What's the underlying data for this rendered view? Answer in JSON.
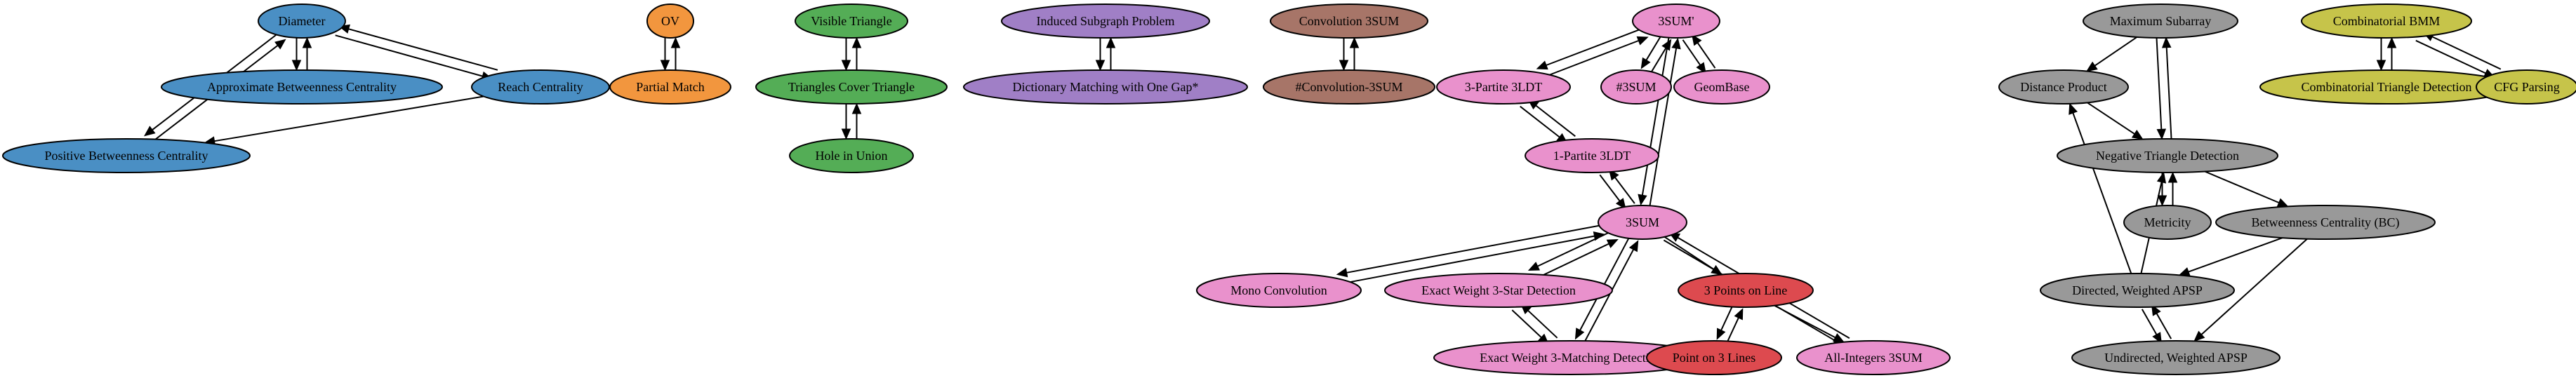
{
  "palette": {
    "blue": "#4a8fc4",
    "orange": "#f2963e",
    "green": "#54ad56",
    "purple": "#a07fc6",
    "brown": "#a77568",
    "pink": "#e991cc",
    "red": "#dd4a4f",
    "gray": "#999999",
    "olive": "#c6c44a"
  },
  "nodes": [
    {
      "id": "diameter",
      "label": "Diameter",
      "color": "blue"
    },
    {
      "id": "approx_bc",
      "label": "Approximate Betweenness Centrality",
      "color": "blue"
    },
    {
      "id": "reach",
      "label": "Reach Centrality",
      "color": "blue"
    },
    {
      "id": "pos_bc",
      "label": "Positive Betweenness Centrality",
      "color": "blue"
    },
    {
      "id": "ov",
      "label": "OV",
      "color": "orange"
    },
    {
      "id": "partial_match",
      "label": "Partial Match",
      "color": "orange"
    },
    {
      "id": "visible_tri",
      "label": "Visible Triangle",
      "color": "green"
    },
    {
      "id": "tri_cover",
      "label": "Triangles Cover Triangle",
      "color": "green"
    },
    {
      "id": "hole_union",
      "label": "Hole in Union",
      "color": "green"
    },
    {
      "id": "induced",
      "label": "Induced Subgraph Problem",
      "color": "purple"
    },
    {
      "id": "dict_match",
      "label": "Dictionary Matching with One Gap*",
      "color": "purple"
    },
    {
      "id": "conv3sum",
      "label": "Convolution 3SUM",
      "color": "brown"
    },
    {
      "id": "sharp_conv",
      "label": "#Convolution-3SUM",
      "color": "brown"
    },
    {
      "id": "3sum_p",
      "label": "3SUM'",
      "color": "pink"
    },
    {
      "id": "3partite",
      "label": "3-Partite 3LDT",
      "color": "pink"
    },
    {
      "id": "sharp3sum",
      "label": "#3SUM",
      "color": "pink"
    },
    {
      "id": "geombase",
      "label": "GeomBase",
      "color": "pink"
    },
    {
      "id": "1partite",
      "label": "1-Partite 3LDT",
      "color": "pink"
    },
    {
      "id": "3sum",
      "label": "3SUM",
      "color": "pink"
    },
    {
      "id": "mono_conv",
      "label": "Mono Convolution",
      "color": "pink"
    },
    {
      "id": "ew3star",
      "label": "Exact Weight 3-Star Detection",
      "color": "pink"
    },
    {
      "id": "ew3match",
      "label": "Exact Weight 3-Matching Detection",
      "color": "pink"
    },
    {
      "id": "all_int",
      "label": "All-Integers 3SUM",
      "color": "pink"
    },
    {
      "id": "3pts_line",
      "label": "3 Points on Line",
      "color": "red"
    },
    {
      "id": "pt_3lines",
      "label": "Point on 3 Lines",
      "color": "red"
    },
    {
      "id": "max_sub",
      "label": "Maximum Subarray",
      "color": "gray"
    },
    {
      "id": "dist_prod",
      "label": "Distance Product",
      "color": "gray"
    },
    {
      "id": "neg_tri",
      "label": "Negative Triangle Detection",
      "color": "gray"
    },
    {
      "id": "metricity",
      "label": "Metricity",
      "color": "gray"
    },
    {
      "id": "bc",
      "label": "Betweenness Centrality (BC)",
      "color": "gray"
    },
    {
      "id": "dir_apsp",
      "label": "Directed, Weighted APSP",
      "color": "gray"
    },
    {
      "id": "undir_apsp",
      "label": "Undirected, Weighted APSP",
      "color": "gray"
    },
    {
      "id": "comb_bmm",
      "label": "Combinatorial BMM",
      "color": "olive"
    },
    {
      "id": "comb_tri",
      "label": "Combinatorial Triangle Detection",
      "color": "olive"
    },
    {
      "id": "cfg",
      "label": "CFG Parsing",
      "color": "olive"
    }
  ],
  "edges": [
    {
      "from": "diameter",
      "to": "approx_bc"
    },
    {
      "from": "approx_bc",
      "to": "diameter"
    },
    {
      "from": "diameter",
      "to": "reach"
    },
    {
      "from": "reach",
      "to": "diameter"
    },
    {
      "from": "diameter",
      "to": "pos_bc"
    },
    {
      "from": "pos_bc",
      "to": "diameter"
    },
    {
      "from": "reach",
      "to": "pos_bc"
    },
    {
      "from": "ov",
      "to": "partial_match"
    },
    {
      "from": "partial_match",
      "to": "ov"
    },
    {
      "from": "visible_tri",
      "to": "tri_cover"
    },
    {
      "from": "tri_cover",
      "to": "visible_tri"
    },
    {
      "from": "tri_cover",
      "to": "hole_union"
    },
    {
      "from": "hole_union",
      "to": "tri_cover"
    },
    {
      "from": "induced",
      "to": "dict_match"
    },
    {
      "from": "dict_match",
      "to": "induced"
    },
    {
      "from": "conv3sum",
      "to": "sharp_conv"
    },
    {
      "from": "sharp_conv",
      "to": "conv3sum"
    },
    {
      "from": "3sum_p",
      "to": "3partite"
    },
    {
      "from": "3partite",
      "to": "3sum_p"
    },
    {
      "from": "3sum_p",
      "to": "sharp3sum"
    },
    {
      "from": "sharp3sum",
      "to": "3sum_p"
    },
    {
      "from": "3sum_p",
      "to": "geombase"
    },
    {
      "from": "geombase",
      "to": "3sum_p"
    },
    {
      "from": "3sum_p",
      "to": "3sum"
    },
    {
      "from": "3sum",
      "to": "3sum_p"
    },
    {
      "from": "3partite",
      "to": "1partite"
    },
    {
      "from": "1partite",
      "to": "3partite"
    },
    {
      "from": "1partite",
      "to": "3sum"
    },
    {
      "from": "3sum",
      "to": "1partite"
    },
    {
      "from": "3sum",
      "to": "mono_conv"
    },
    {
      "from": "mono_conv",
      "to": "3sum"
    },
    {
      "from": "3sum",
      "to": "ew3star"
    },
    {
      "from": "ew3star",
      "to": "3sum"
    },
    {
      "from": "ew3star",
      "to": "ew3match"
    },
    {
      "from": "ew3match",
      "to": "ew3star"
    },
    {
      "from": "3sum",
      "to": "ew3match"
    },
    {
      "from": "ew3match",
      "to": "3sum"
    },
    {
      "from": "3sum",
      "to": "3pts_line"
    },
    {
      "from": "3sum",
      "to": "all_int"
    },
    {
      "from": "all_int",
      "to": "3sum"
    },
    {
      "from": "3pts_line",
      "to": "pt_3lines"
    },
    {
      "from": "pt_3lines",
      "to": "3pts_line"
    },
    {
      "from": "3pts_line",
      "to": "all_int"
    },
    {
      "from": "max_sub",
      "to": "dist_prod"
    },
    {
      "from": "max_sub",
      "to": "neg_tri"
    },
    {
      "from": "neg_tri",
      "to": "max_sub"
    },
    {
      "from": "dist_prod",
      "to": "neg_tri"
    },
    {
      "from": "neg_tri",
      "to": "metricity"
    },
    {
      "from": "metricity",
      "to": "neg_tri"
    },
    {
      "from": "neg_tri",
      "to": "bc"
    },
    {
      "from": "bc",
      "to": "dir_apsp"
    },
    {
      "from": "bc",
      "to": "undir_apsp"
    },
    {
      "from": "dir_apsp",
      "to": "neg_tri"
    },
    {
      "from": "dir_apsp",
      "to": "dist_prod"
    },
    {
      "from": "dir_apsp",
      "to": "undir_apsp"
    },
    {
      "from": "undir_apsp",
      "to": "dir_apsp"
    },
    {
      "from": "comb_bmm",
      "to": "comb_tri"
    },
    {
      "from": "comb_tri",
      "to": "comb_bmm"
    },
    {
      "from": "comb_bmm",
      "to": "cfg"
    },
    {
      "from": "cfg",
      "to": "comb_bmm"
    }
  ]
}
